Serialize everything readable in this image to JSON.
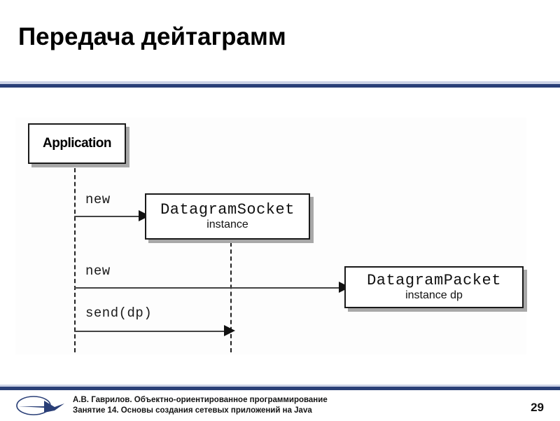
{
  "slide": {
    "title": "Передача дейтаграмм",
    "page_number": "29",
    "accent_color": "#2a3f77",
    "accent_light_color": "#ccd2e6"
  },
  "diagram": {
    "type": "uml-sequence-diagram",
    "boxes": [
      {
        "id": "application",
        "title": "Application",
        "subtitle": ""
      },
      {
        "id": "datagram-socket",
        "title": "DatagramSocket",
        "subtitle": "instance"
      },
      {
        "id": "datagram-packet",
        "title": "DatagramPacket",
        "subtitle": "instance dp"
      }
    ],
    "messages": [
      {
        "id": "msg-new-socket",
        "label": "new",
        "from": "application",
        "to": "datagram-socket"
      },
      {
        "id": "msg-new-packet",
        "label": "new",
        "from": "application",
        "to": "datagram-packet"
      },
      {
        "id": "msg-send-dp",
        "label": "send(dp)",
        "from": "application",
        "to": "datagram-socket"
      }
    ]
  },
  "footer": {
    "line1": "А.В. Гаврилов. Объектно-ориентированное программирование",
    "line2": "Занятие 14. Основы создания сетевых приложений на Java",
    "logo_color": "#2a3f77"
  }
}
